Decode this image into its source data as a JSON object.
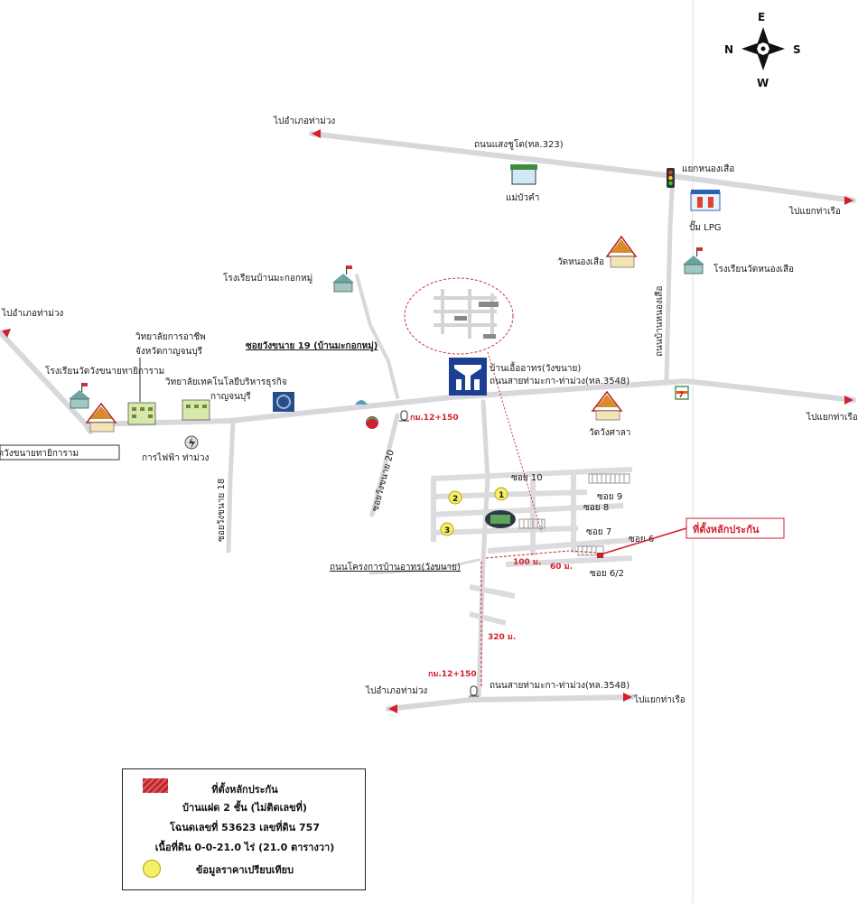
{
  "compass": {
    "north": "N",
    "south": "S",
    "east": "E",
    "west": "W"
  },
  "roads": {
    "saengchuto": "ถนนแสงชูโต(ทล.323)",
    "sai_thamaka_thamuang": "ถนนสายท่ามะกา-ท่าม่วง(ทล.3548)",
    "sai_thamaka_thamuang_south": "ถนนสายท่ามะกา-ท่าม่วง(ทล.3548)",
    "nongsuea": "ถนนบ้านหนองเสือ",
    "soi_wangkhanai_19": "ซอยวังขนาย 19 (บ้านมะกอกหมู่)",
    "soi_wangkhanai_20": "ซอยวังขนาย 20",
    "soi_wangkhanai_18": "ซอยวังขนาย 18",
    "project_road": "ถนนโครงการบ้านอาทร(วังขนาย)"
  },
  "directions": {
    "to_thamuang_1": "ไปอำเภอท่าม่วง",
    "to_thamuang_2": "ไปอำเภอท่าม่วง",
    "to_thamuang_3": "ไปอำเภอท่าม่วง",
    "to_tharuea_1": "ไปแยกท่าเรือ",
    "to_tharuea_2": "ไปแยกท่าเรือ",
    "to_tharuea_3": "ไปแยกท่าเรือ"
  },
  "places": {
    "intersection": "แยกหนองเสือ",
    "mae_bua_kham": "แม่บัวคำ",
    "lpg_station": "ปั๊ม LPG",
    "wat_nongsuea": "วัดหนองเสือ",
    "school_wat_nongsuea": "โรงเรียนวัดหนองเสือ",
    "school_makok_mu": "โรงเรียนบ้านมะกอกหมู่",
    "vocational_college_1": "วิทยาลัยการอาชีพ",
    "vocational_college_2": "จังหวัดกาญจนบุรี",
    "school_wat_wangkhanai": "โรงเรียนวัดวังขนายทายิการาม",
    "wat_wangkhanai": "วัดวังขนายทายิการาม",
    "tech_college_1": "วิทยาลัยเทคโนโลยีบริหารธุรกิจ",
    "tech_college_2": "กาญจนบุรี",
    "electricity": "การไฟฟ้า ท่าม่วง",
    "baan_ua_athorn": "บ้านเอื้ออาทร(วังขนาย)",
    "wat_wangsala": "วัดวังศาลา",
    "seven_eleven": "7"
  },
  "km_markers": {
    "north": "กม.12+150",
    "south": "กม.12+150"
  },
  "sois": {
    "soi10": "ซอย 10",
    "soi9": "ซอย 9",
    "soi8": "ซอย 8",
    "soi7": "ซอย 7",
    "soi6": "ซอย 6",
    "soi6_2": "ซอย 6/2"
  },
  "comparables": [
    "1",
    "2",
    "3"
  ],
  "distances": {
    "d100": "100 ม.",
    "d60": "60 ม.",
    "d320": "320 ม."
  },
  "callout": "ที่ตั้งหลักประกัน",
  "legend": {
    "line1": "ที่ตั้งหลักประกัน",
    "line2": "บ้านแฝด 2 ชั้น (ไม่ติดเลขที่)",
    "line3": "โฉนดเลขที่ 53623 เลขที่ดิน 757",
    "line4": "เนื้อที่ดิน 0-0-21.0 ไร่ (21.0 ตารางวา)",
    "line5": "ข้อมูลราคาเปรียบเทียบ"
  },
  "colors": {
    "road": "#d8d8dc",
    "red": "#d21f2b",
    "logo_blue": "#1d3f93",
    "comparable_yellow": "#f5ef6a"
  }
}
